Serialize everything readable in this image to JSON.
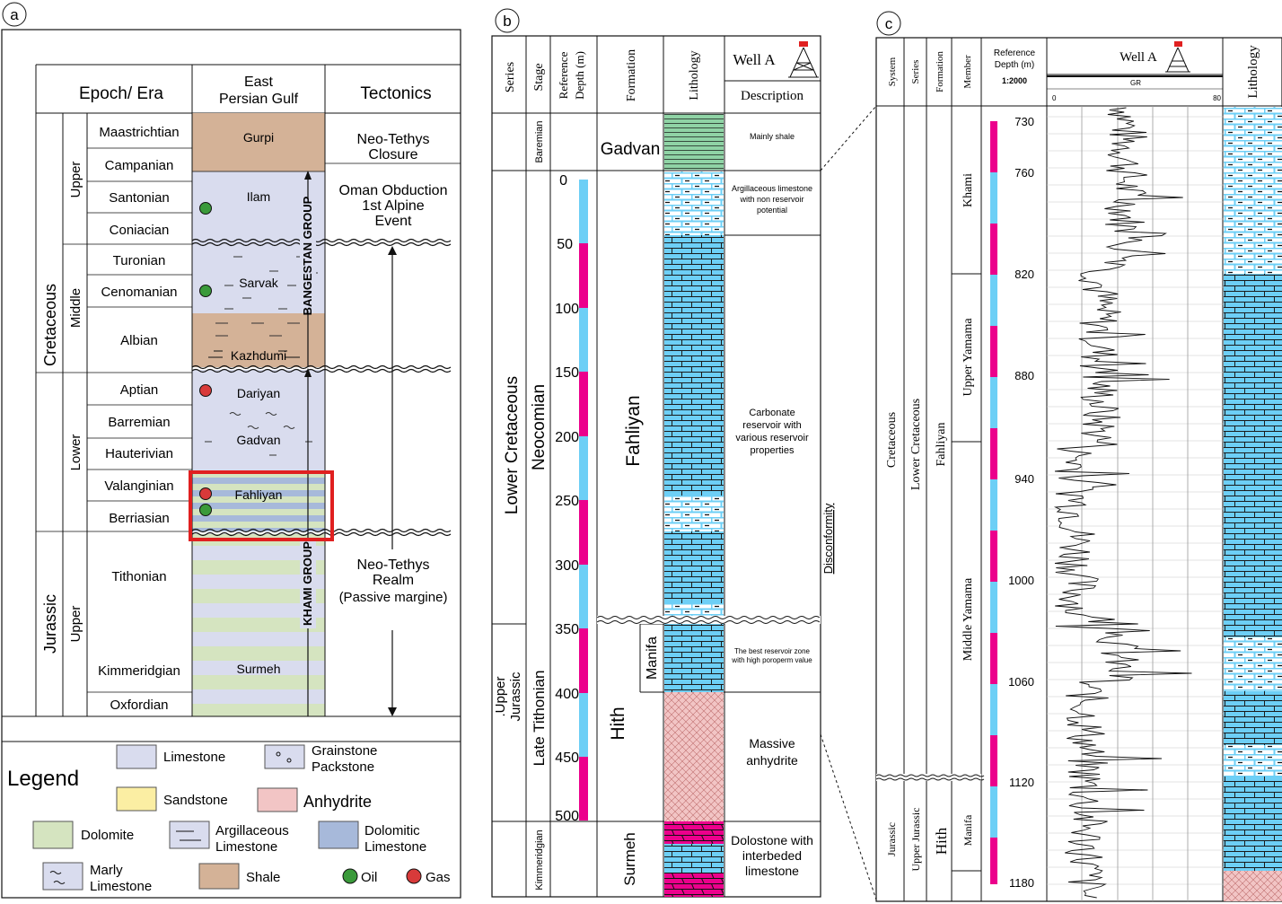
{
  "panel_a": {
    "letter": "a",
    "headers": {
      "epoch": "Epoch/ Era",
      "east_line1": "East",
      "east_line2": "Persian Gulf",
      "tectonics": "Tectonics"
    },
    "eras": [
      "Cretaceous",
      "Jurassic"
    ],
    "series": [
      "Upper",
      "Middle",
      "Lower",
      "Upper"
    ],
    "stages": [
      "Maastrichtian",
      "Campanian",
      "Santonian",
      "Coniacian",
      "Turonian",
      "Cenomanian",
      "Albian",
      "Aptian",
      "Barremian",
      "Hauterivian",
      "Valanginian",
      "Berriasian",
      "Tithonian",
      "Kimmeridgian",
      "Oxfordian"
    ],
    "formations": [
      "Gurpi",
      "Ilam",
      "Sarvak",
      "Kazhdumi",
      "Dariyan",
      "Gadvan",
      "Fahliyan",
      "Surmeh"
    ],
    "groups": [
      "BANGESTAN GROUP",
      "KHAMI GROUP"
    ],
    "tectonics": {
      "neo_closure": [
        "Neo-Tethys",
        "Closure"
      ],
      "oman": [
        "Oman Obduction",
        "1st Alpine",
        "Event"
      ],
      "realm": [
        "Neo-Tethys",
        "Realm",
        "(Passive margine)"
      ]
    },
    "legend": {
      "title": "Legend",
      "limestone": "Limestone",
      "grainstone": [
        "Grainstone",
        "Packstone"
      ],
      "sandstone": "Sandstone",
      "anhydrite": "Anhydrite",
      "dolomite": "Dolomite",
      "argillaceous": [
        "Argillaceous",
        "Limestone"
      ],
      "dolomitic": [
        "Dolomitic",
        "Limestone"
      ],
      "marly": [
        "Marly",
        "Limestone"
      ],
      "shale": "Shale",
      "oil": "Oil",
      "gas": "Gas"
    }
  },
  "panel_b": {
    "letter": "b",
    "headers": {
      "series": "Series",
      "stage": "Stage",
      "ref1": "Reference",
      "ref2": "Depth (m)",
      "formation": "Formation",
      "lithology": "Lithology",
      "well": "Well A",
      "description": "Description"
    },
    "series": [
      "Lower Cretaceous",
      ".Upper",
      "Jurassic"
    ],
    "stages": [
      "Baremian",
      "Neocomian",
      "Late Tithonian",
      "Kimmeridgian"
    ],
    "depths": [
      "0",
      "50",
      "100",
      "150",
      "200",
      "250",
      "300",
      "350",
      "400",
      "450",
      "500"
    ],
    "formations": [
      "Gadvan",
      "Fahliyan",
      "Manifa",
      "Hith",
      "Surmeh"
    ],
    "descriptions": {
      "gadvan": "Mainly shale",
      "arg": [
        "Argillaceous limestone",
        "with non reservoir",
        "potential"
      ],
      "carb": [
        "Carbonate",
        "reservoir with",
        "various reservoir",
        "properties"
      ],
      "manifa": [
        "The best reservoir zone",
        "with high poroperm value"
      ],
      "hith": [
        "Massive",
        "anhydrite"
      ],
      "surmeh": [
        "Dolostone with",
        "interbeded",
        "limestone"
      ]
    },
    "disconformity": "Disconformity"
  },
  "panel_c": {
    "letter": "c",
    "headers": {
      "system": "System",
      "series": "Series",
      "formation": "Formation",
      "member": "Member",
      "ref1": "Reference",
      "ref2": "Depth (m)",
      "scale": "1:2000",
      "well": "Well A",
      "gr": "GR",
      "gr_min": "0",
      "gr_max": "80",
      "lithology": "Lithology"
    },
    "system": [
      "Cretaceous",
      "Jurassic"
    ],
    "series": [
      "Lower Cretaceous",
      "Upper Jurassic"
    ],
    "formation": [
      "Fahliyan",
      "Hith"
    ],
    "members": [
      "Khami",
      "Upper Yamama",
      "Middle Yamama",
      "Manifa"
    ],
    "depths": [
      "730",
      "760",
      "820",
      "880",
      "940",
      "1000",
      "1060",
      "1120",
      "1180"
    ]
  },
  "colors": {
    "limestone": "#d9dcee",
    "shale": "#d4b297",
    "dolomite": "#d5e4c0",
    "dolomitic": "#a7b9da",
    "cyan": "#6dcff6",
    "magenta": "#ec008c",
    "anhydrite": "#f2c5c5",
    "green_lith": "#8fd3a5",
    "oil": "#3a9a3a",
    "gas": "#d83a3a",
    "red_box": "#e02020"
  }
}
